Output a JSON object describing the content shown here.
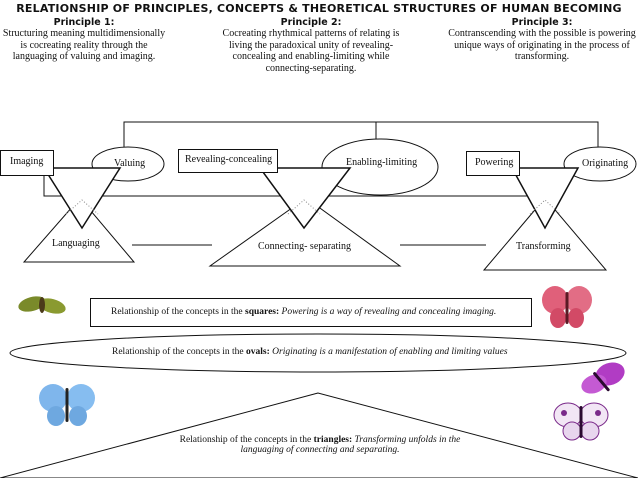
{
  "title": "RELATIONSHIP OF PRINCIPLES, CONCEPTS & THEORETICAL STRUCTURES OF HUMAN BECOMING",
  "principles": [
    {
      "heading": "Principle 1:",
      "lines": [
        "Structuring meaning multidimensionally",
        "is cocreating reality through the",
        "languaging of valuing and imaging."
      ]
    },
    {
      "heading": "Principle 2:",
      "lines": [
        "Cocreating rhythmical patterns of relating is",
        "living the paradoxical unity of revealing-",
        "concealing and enabling-limiting while",
        "connecting-separating."
      ]
    },
    {
      "heading": "Principle 3:",
      "lines": [
        "Contranscending with the possible is powering",
        "unique ways of originating in the process of",
        "transforming."
      ]
    }
  ],
  "concepts": {
    "squares": [
      "Imaging",
      "Revealing-concealing",
      "Powering"
    ],
    "ovals": [
      "Valuing",
      "Enabling-limiting",
      "Originating"
    ],
    "triangles": [
      "Languaging",
      "Connecting- separating",
      "Transforming"
    ]
  },
  "relationships": {
    "squares": {
      "prefix": "Relationship of the concepts in the ",
      "shape": "squares:",
      "statement": "Powering is a way of revealing and concealing imaging."
    },
    "ovals": {
      "prefix": "Relationship of the concepts in the ",
      "shape": "ovals:",
      "statement": "Originating is a manifestation of enabling and limiting values"
    },
    "triangles": {
      "prefix": "Relationship of the concepts in the ",
      "shape": "triangles:",
      "statement_line1": "Transforming unfolds in the",
      "statement_line2": "languaging of connecting and separating."
    }
  },
  "colors": {
    "line": "#111111",
    "butterfly_blue": "#7fb6ec",
    "butterfly_pink": "#e0607a",
    "butterfly_purple": "#b13cc4",
    "moth": "#7a8a2a"
  }
}
